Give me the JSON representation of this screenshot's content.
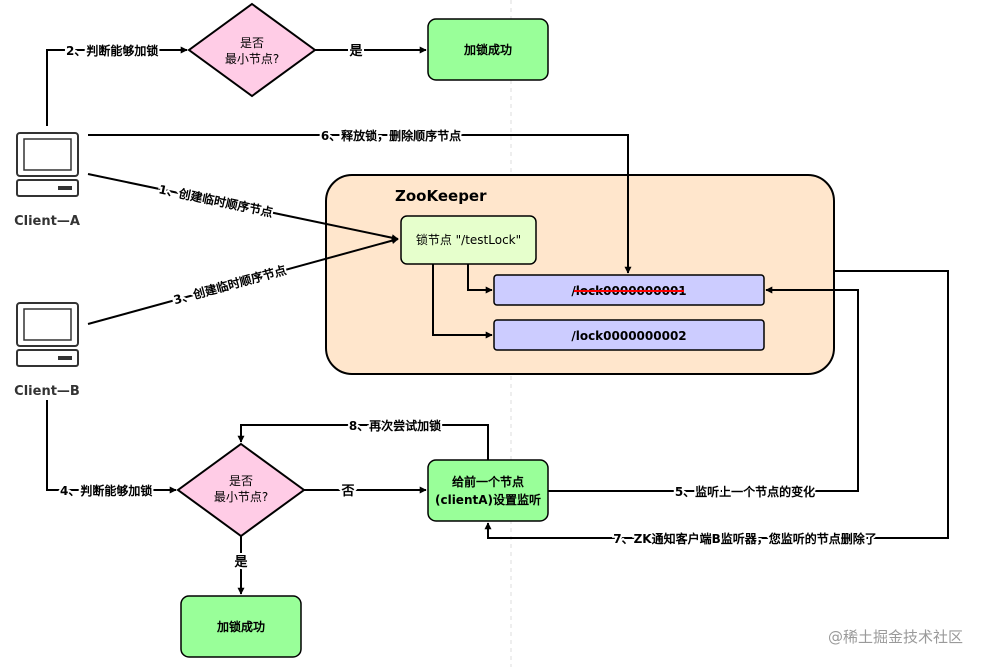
{
  "zookeeper": {
    "title": "ZooKeeper",
    "lock_node": "锁节点 \"/testLock\""
  },
  "seq_nodes": [
    "/lock0000000001",
    "/lock0000000002"
  ],
  "clients": {
    "a": "Client—A",
    "b": "Client—B"
  },
  "decisions": {
    "top": [
      "是否",
      "最小节点?"
    ],
    "bottom": [
      "是否",
      "最小节点?"
    ]
  },
  "results": {
    "top": "加锁成功",
    "bottom": "加锁成功"
  },
  "watch_box": [
    "给前一个节点",
    "(clientA)设置监听"
  ],
  "edges": {
    "step1": "1、创建临时顺序节点",
    "step2": "2、判断能够加锁",
    "step3": "3、创建临时顺序节点",
    "step4": "4、判断能够加锁",
    "step5": "5、监听上一个节点的变化",
    "step6": "6、释放锁，删除顺序节点",
    "step7": "7、ZK通知客户端B监听器，您监听的节点删除了",
    "step8": "8、再次尝试加锁",
    "yes_top": "是",
    "yes_bottom": "是",
    "no_bottom": "否"
  },
  "watermark": "@稀土掘金技术社区",
  "colors": {
    "zk_fill": "#ffe6cc",
    "green": "#99ff99",
    "light_green": "#e6ffcc",
    "pink": "#ffcce6",
    "lavender": "#ccccff",
    "strike": "#ff0000"
  }
}
